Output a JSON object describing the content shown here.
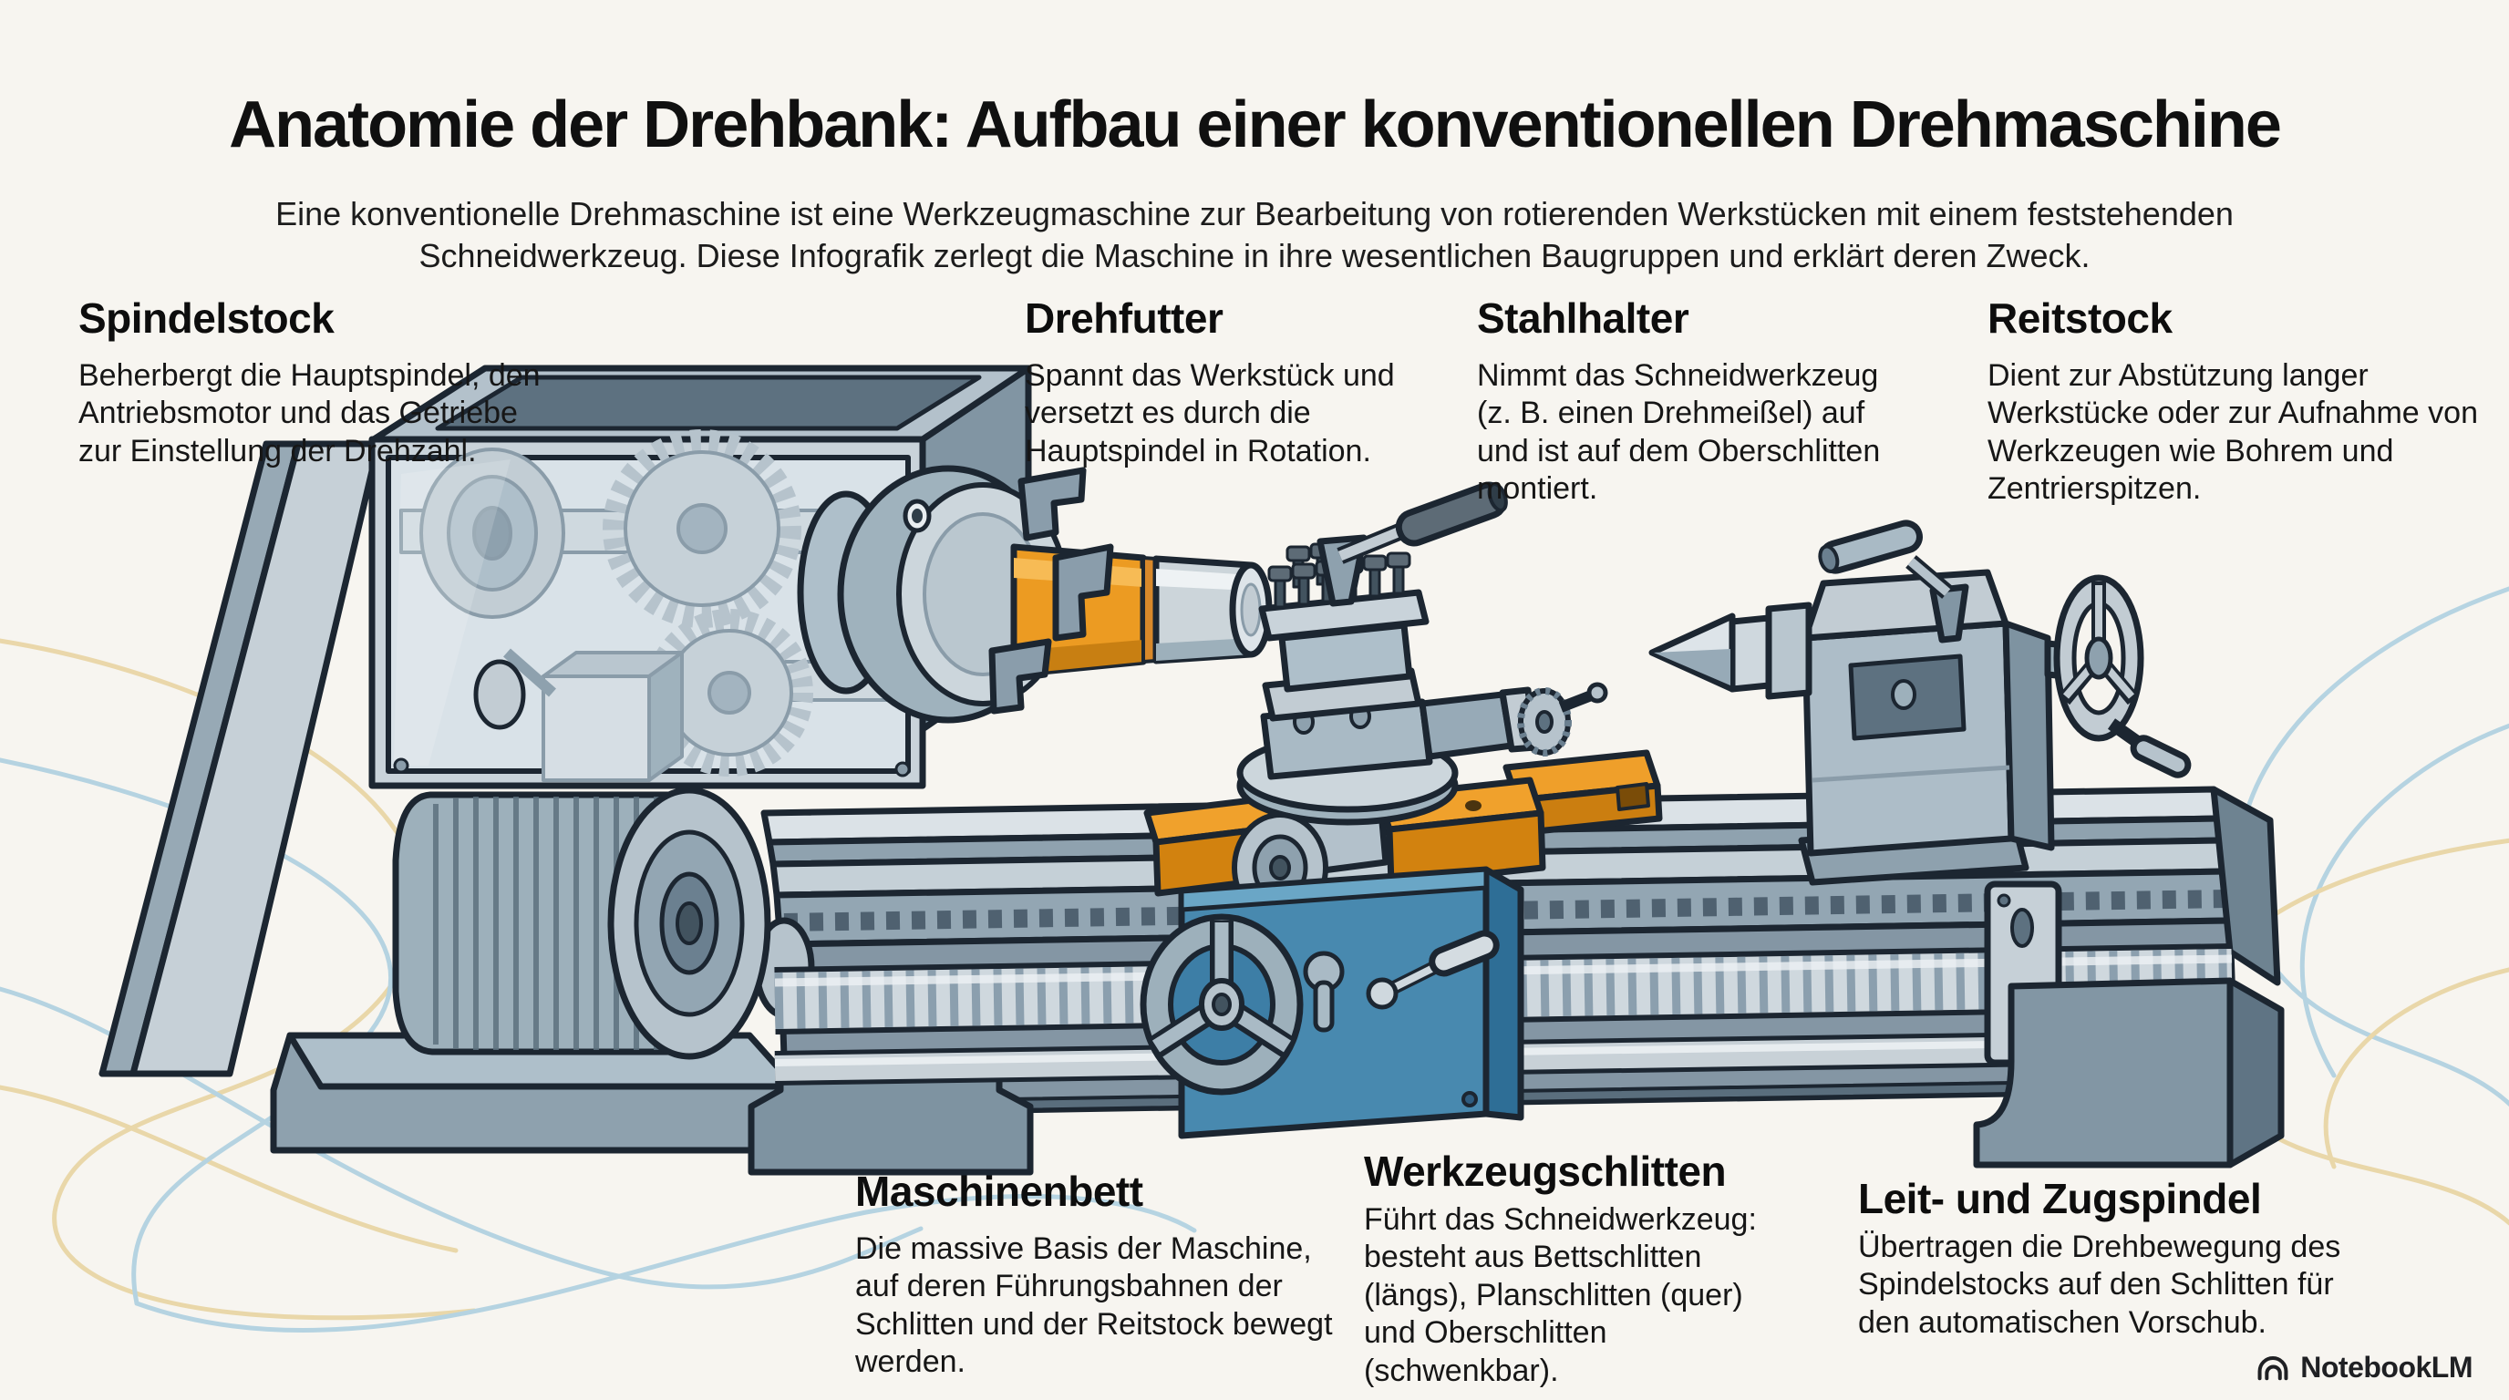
{
  "title": "Anatomie der Drehbank: Aufbau einer konventionellen Drehmaschine",
  "subtitle": "Eine konventionelle Drehmaschine ist eine Werkzeugmaschine zur Bearbeitung von rotierenden Werkstücken mit einem feststehenden Schneidwerkzeug. Diese Infografik zerlegt die Maschine in ihre wesentlichen Baugruppen und erklärt deren Zweck.",
  "annotations": {
    "top": [
      {
        "heading": "Spindelstock",
        "description": "Beherbergt die Hauptspindel, den Antriebsmotor und das Getriebe zur Einstellung der Drehzahl."
      },
      {
        "heading": "Drehfutter",
        "description": "Spannt das Werkstück und versetzt es durch die Hauptspindel in Rotation."
      },
      {
        "heading": "Stahlhalter",
        "description": "Nimmt das Schneidwerkzeug (z. B. einen Drehmeißel) auf und ist auf dem Oberschlitten montiert."
      },
      {
        "heading": "Reitstock",
        "description": "Dient zur Abstützung langer Werkstücke oder zur Aufnahme von Werkzeugen wie Bohrem und Zentrierspitzen."
      }
    ],
    "bottom": [
      {
        "heading": "Maschinenbett",
        "description": "Die massive Basis der Maschine, auf deren Führungsbahnen der Schlitten und der Reitstock bewegt werden."
      },
      {
        "heading": "Werkzeugschlitten",
        "description": "Führt das Schneidwerkzeug: besteht aus Bettschlitten (längs), Planschlitten (quer) und Oberschlitten (schwenkbar)."
      },
      {
        "heading": "Leit- und Zugspindel",
        "description": "Übertragen die Drehbewegung des Spindelstocks auf den Schlitten für den automatischen Vorschub."
      }
    ]
  },
  "watermark": {
    "label": "NotebookLM"
  },
  "illustration": {
    "alt": "Isometrische Cartoon-Illustration einer konventionellen Drehmaschine",
    "parts": [
      "Spindelstock-Gehäuse mit Getriebe",
      "Antriebsmotor",
      "Drehfutter mit drei Backen",
      "Werkstück (orange)",
      "Stahlhalter mit Spannhebel",
      "Werkzeugschlitten mit Handrädern",
      "Maschinenbett mit Führungsbahnen",
      "Zahnstange",
      "Leitspindel",
      "Zugspindel",
      "Reitstock mit Handrad und Zentrierspitze"
    ],
    "colors": {
      "background": "#f7f5f0",
      "outline": "#1c2631",
      "steel_light": "#dde4e9",
      "steel": "#aebfca",
      "steel_dark": "#7e93a1",
      "carriage_blue": "#4889af",
      "accent_orange": "#ec9b22",
      "wave_blue": "#aed0e0",
      "wave_tan": "#e8d4a2"
    }
  }
}
